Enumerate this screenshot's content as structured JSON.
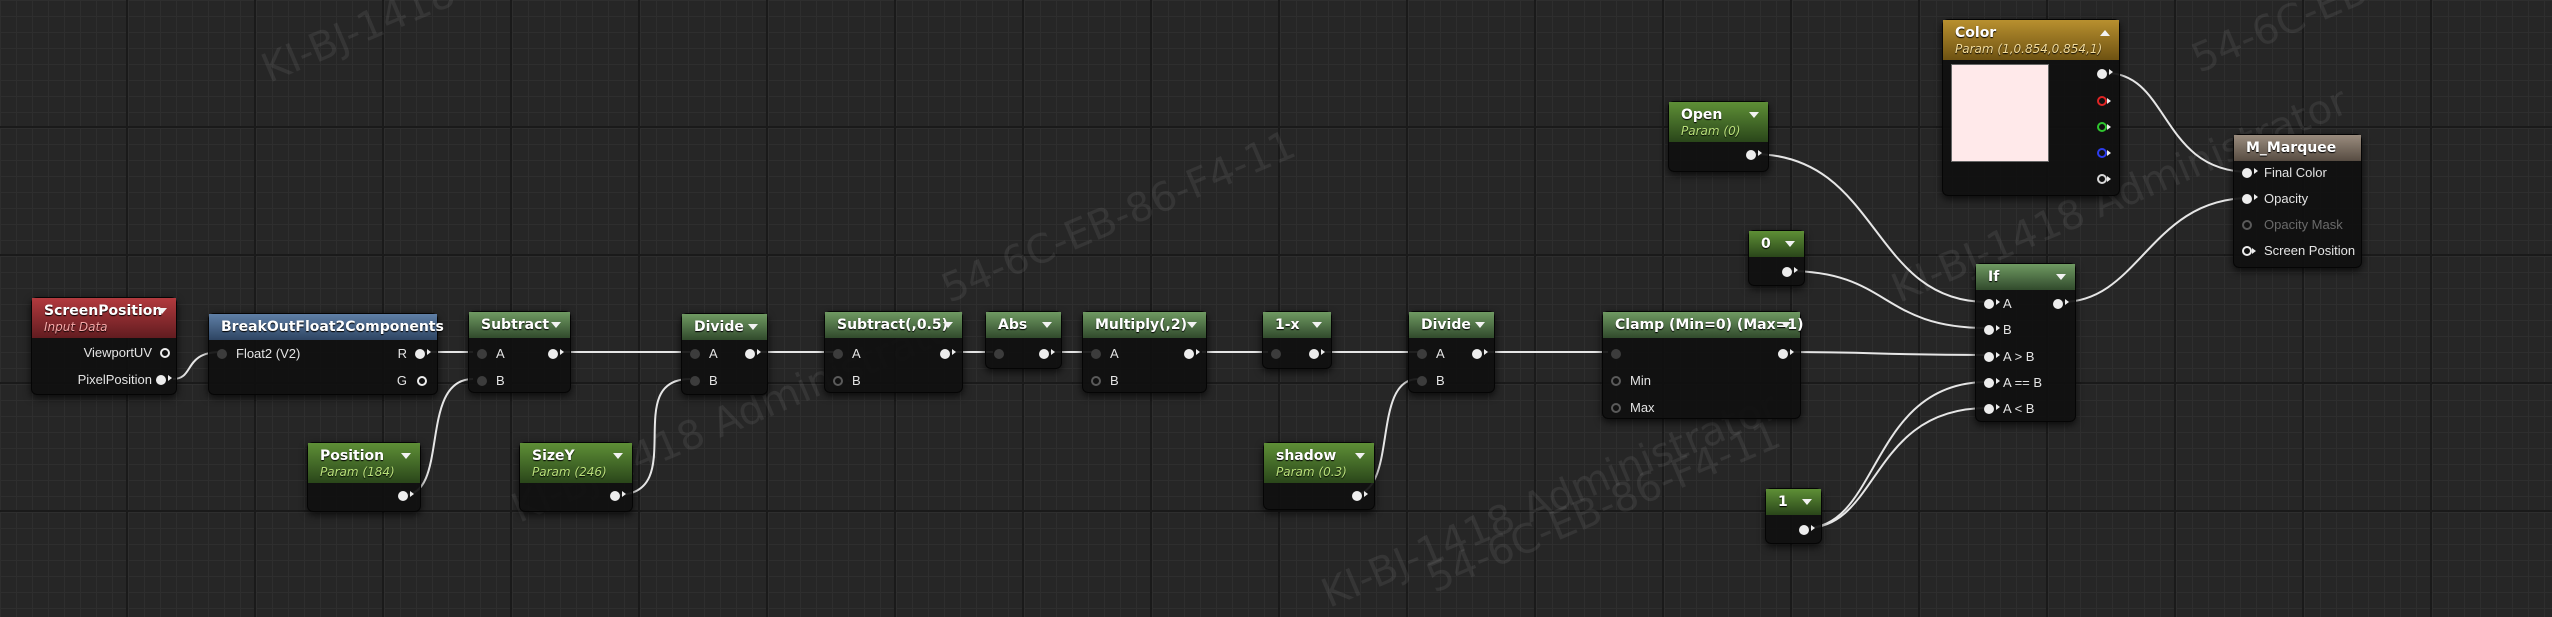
{
  "watermark": {
    "lines": [
      "KI-BJ-1418 Administrator",
      "54-6C-EB-86-F4-11",
      "KI-BJ-1418 Administrator",
      "KI-BJ-1418 Administrator",
      "KI-BJ-1418 Administrator",
      "54-6C-EB-86-F4-11",
      "54-6C-EB-86-F4-11"
    ]
  },
  "colors": {
    "input_header": "#9c2f33",
    "function_header": "#4a6a91",
    "math_header": "#4b6f42",
    "param_header": "#4a7a2a",
    "color_param_header": "#9b7a22",
    "material_header": "#7d7064",
    "wire": "#e6e6e6"
  },
  "nodes": {
    "screen_position": {
      "title": "ScreenPosition",
      "subtitle": "Input Data",
      "outputs": [
        "ViewportUV",
        "PixelPosition"
      ]
    },
    "break_out": {
      "title": "BreakOutFloat2Components",
      "input": "Float2 (V2)",
      "outputs": [
        "R",
        "G"
      ]
    },
    "subtract1": {
      "title": "Subtract",
      "inputs": [
        "A",
        "B"
      ]
    },
    "position": {
      "title": "Position",
      "subtitle": "Param (184)"
    },
    "size_y": {
      "title": "SizeY",
      "subtitle": "Param (246)"
    },
    "divide1": {
      "title": "Divide",
      "inputs": [
        "A",
        "B"
      ]
    },
    "subtract2": {
      "title": "Subtract(,0.5)",
      "inputs": [
        "A",
        "B"
      ]
    },
    "abs": {
      "title": "Abs"
    },
    "multiply": {
      "title": "Multiply(,2)",
      "inputs": [
        "A",
        "B"
      ]
    },
    "one_minus": {
      "title": "1-x"
    },
    "divide2": {
      "title": "Divide",
      "inputs": [
        "A",
        "B"
      ]
    },
    "shadow": {
      "title": "shadow",
      "subtitle": "Param (0.3)"
    },
    "clamp": {
      "title": "Clamp (Min=0) (Max=1)",
      "inputs": [
        "Min",
        "Max"
      ]
    },
    "open": {
      "title": "Open",
      "subtitle": "Param (0)"
    },
    "const0": {
      "title": "0"
    },
    "const1": {
      "title": "1"
    },
    "if_node": {
      "title": "If",
      "inputs": [
        "A",
        "B",
        "A > B",
        "A == B",
        "A < B"
      ]
    },
    "color": {
      "title": "Color",
      "subtitle": "Param (1,0.854,0.854,1)",
      "swatch": "#ffe9ea"
    },
    "material": {
      "title": "M_Marquee",
      "inputs": [
        "Final Color",
        "Opacity",
        "Opacity Mask",
        "Screen Position"
      ]
    }
  }
}
